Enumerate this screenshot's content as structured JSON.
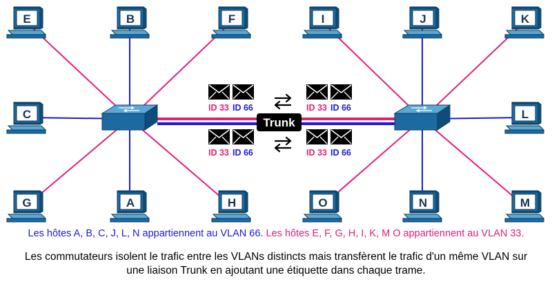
{
  "colors": {
    "vlan66": "#1a1adb",
    "vlan33": "#e0207a",
    "device_face": "#1b6aa0",
    "device_top": "#5aa8d6",
    "device_side": "#0f4d78",
    "trunk_label_bg": "#000000",
    "trunk_label_text": "#ffffff"
  },
  "diagram": {
    "trunk_label": "Trunk",
    "hosts": [
      {
        "label": "E",
        "vlan": "33"
      },
      {
        "label": "B",
        "vlan": "66"
      },
      {
        "label": "F",
        "vlan": "33"
      },
      {
        "label": "C",
        "vlan": "66"
      },
      {
        "label": "G",
        "vlan": "33"
      },
      {
        "label": "A",
        "vlan": "66"
      },
      {
        "label": "H",
        "vlan": "33"
      },
      {
        "label": "I",
        "vlan": "33"
      },
      {
        "label": "J",
        "vlan": "66"
      },
      {
        "label": "K",
        "vlan": "33"
      },
      {
        "label": "L",
        "vlan": "66"
      },
      {
        "label": "O",
        "vlan": "33"
      },
      {
        "label": "N",
        "vlan": "66"
      },
      {
        "label": "M",
        "vlan": "33"
      }
    ],
    "frame_tags": [
      {
        "pink": "ID 33",
        "blue": "ID 66"
      },
      {
        "pink": "ID 33",
        "blue": "ID 66"
      },
      {
        "pink": "ID 33",
        "blue": "ID 66"
      },
      {
        "pink": "ID 33",
        "blue": "ID 66"
      }
    ]
  },
  "captions": {
    "vlan66_hosts": "Les hôtes A, B, C, J, L, N appartiennent au VLAN 66.",
    "vlan33_hosts": "Les hôtes E, F, G, H, I, K, M O appartiennent au VLAN 33.",
    "summary_line1": "Les commutateurs isolent le trafic entre les VLANs distincts mais transfèrent le trafic d'un même VLAN sur",
    "summary_line2": "une liaison Trunk en ajoutant une étiquette dans chaque trame."
  }
}
